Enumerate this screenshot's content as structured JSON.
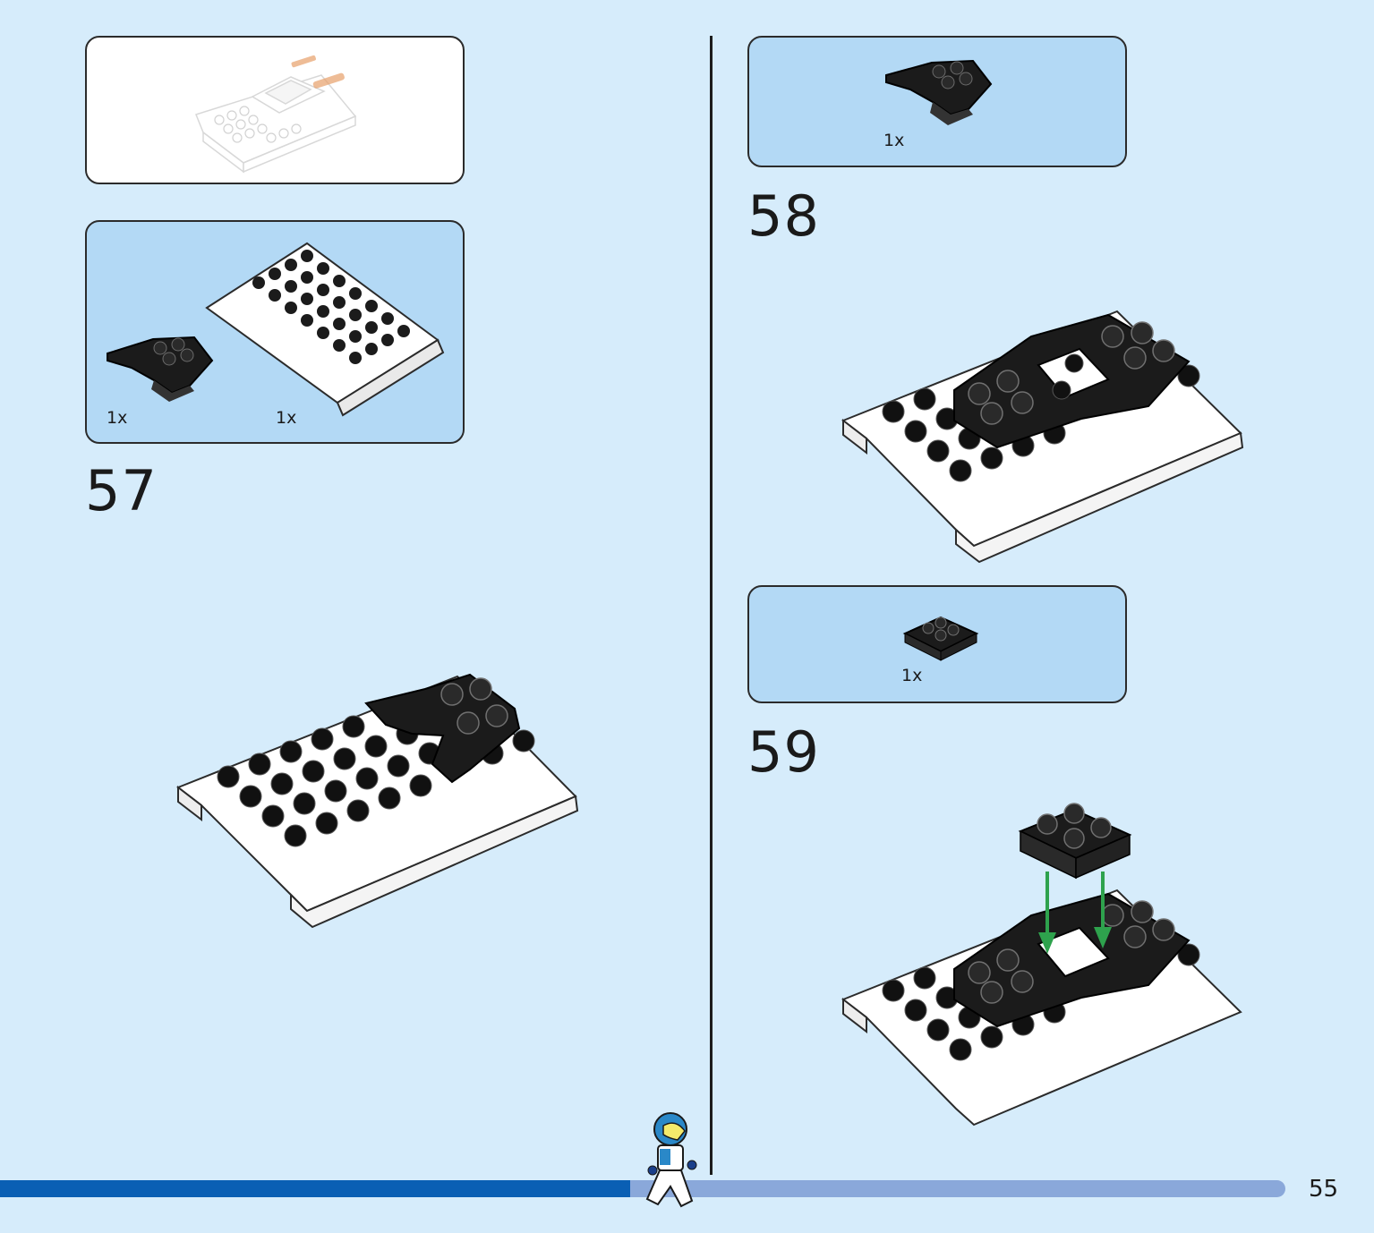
{
  "page": {
    "number": "55",
    "progress_fraction": 0.49
  },
  "left_column": {
    "preview_panel": {},
    "step_57": {
      "number": "57",
      "parts": [
        {
          "name": "wedge-plate-black",
          "qty": "1x",
          "color": "#1b1b1b"
        },
        {
          "name": "slope-plate-white",
          "qty": "1x",
          "color": "#ffffff"
        }
      ]
    }
  },
  "right_column": {
    "step_58": {
      "number": "58",
      "parts": [
        {
          "name": "wedge-plate-black",
          "qty": "1x",
          "color": "#1b1b1b"
        }
      ]
    },
    "step_59": {
      "number": "59",
      "parts": [
        {
          "name": "plate-2x2-stack-black",
          "qty": "1x",
          "color": "#1b1b1b"
        }
      ]
    }
  },
  "colors": {
    "background": "#d6ecfb",
    "panel": "#b3d9f5",
    "progress_done": "#0a5fb4",
    "progress_remaining": "#8aa8da",
    "arrow": "#2ea24d"
  }
}
